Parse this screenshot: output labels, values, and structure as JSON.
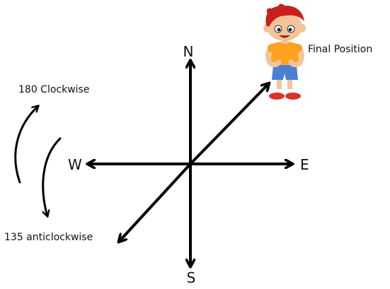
{
  "compass": {
    "north": "N",
    "south": "S",
    "east": "E",
    "west": "W"
  },
  "annotations": {
    "final_position": "Final Position",
    "clockwise": "180 Clockwise",
    "anticlockwise": "135 anticlockwise"
  },
  "colors": {
    "arrow": "#000000",
    "text": "#111111",
    "hair": "#c8201e",
    "skin": "#f3c49a",
    "shirt": "#ffa21f",
    "shorts": "#4a7fd4",
    "shoes": "#d9322a"
  },
  "icons": {
    "boy": "boy-figure-icon",
    "rotation": "curved-rotation-arrows-icon"
  }
}
